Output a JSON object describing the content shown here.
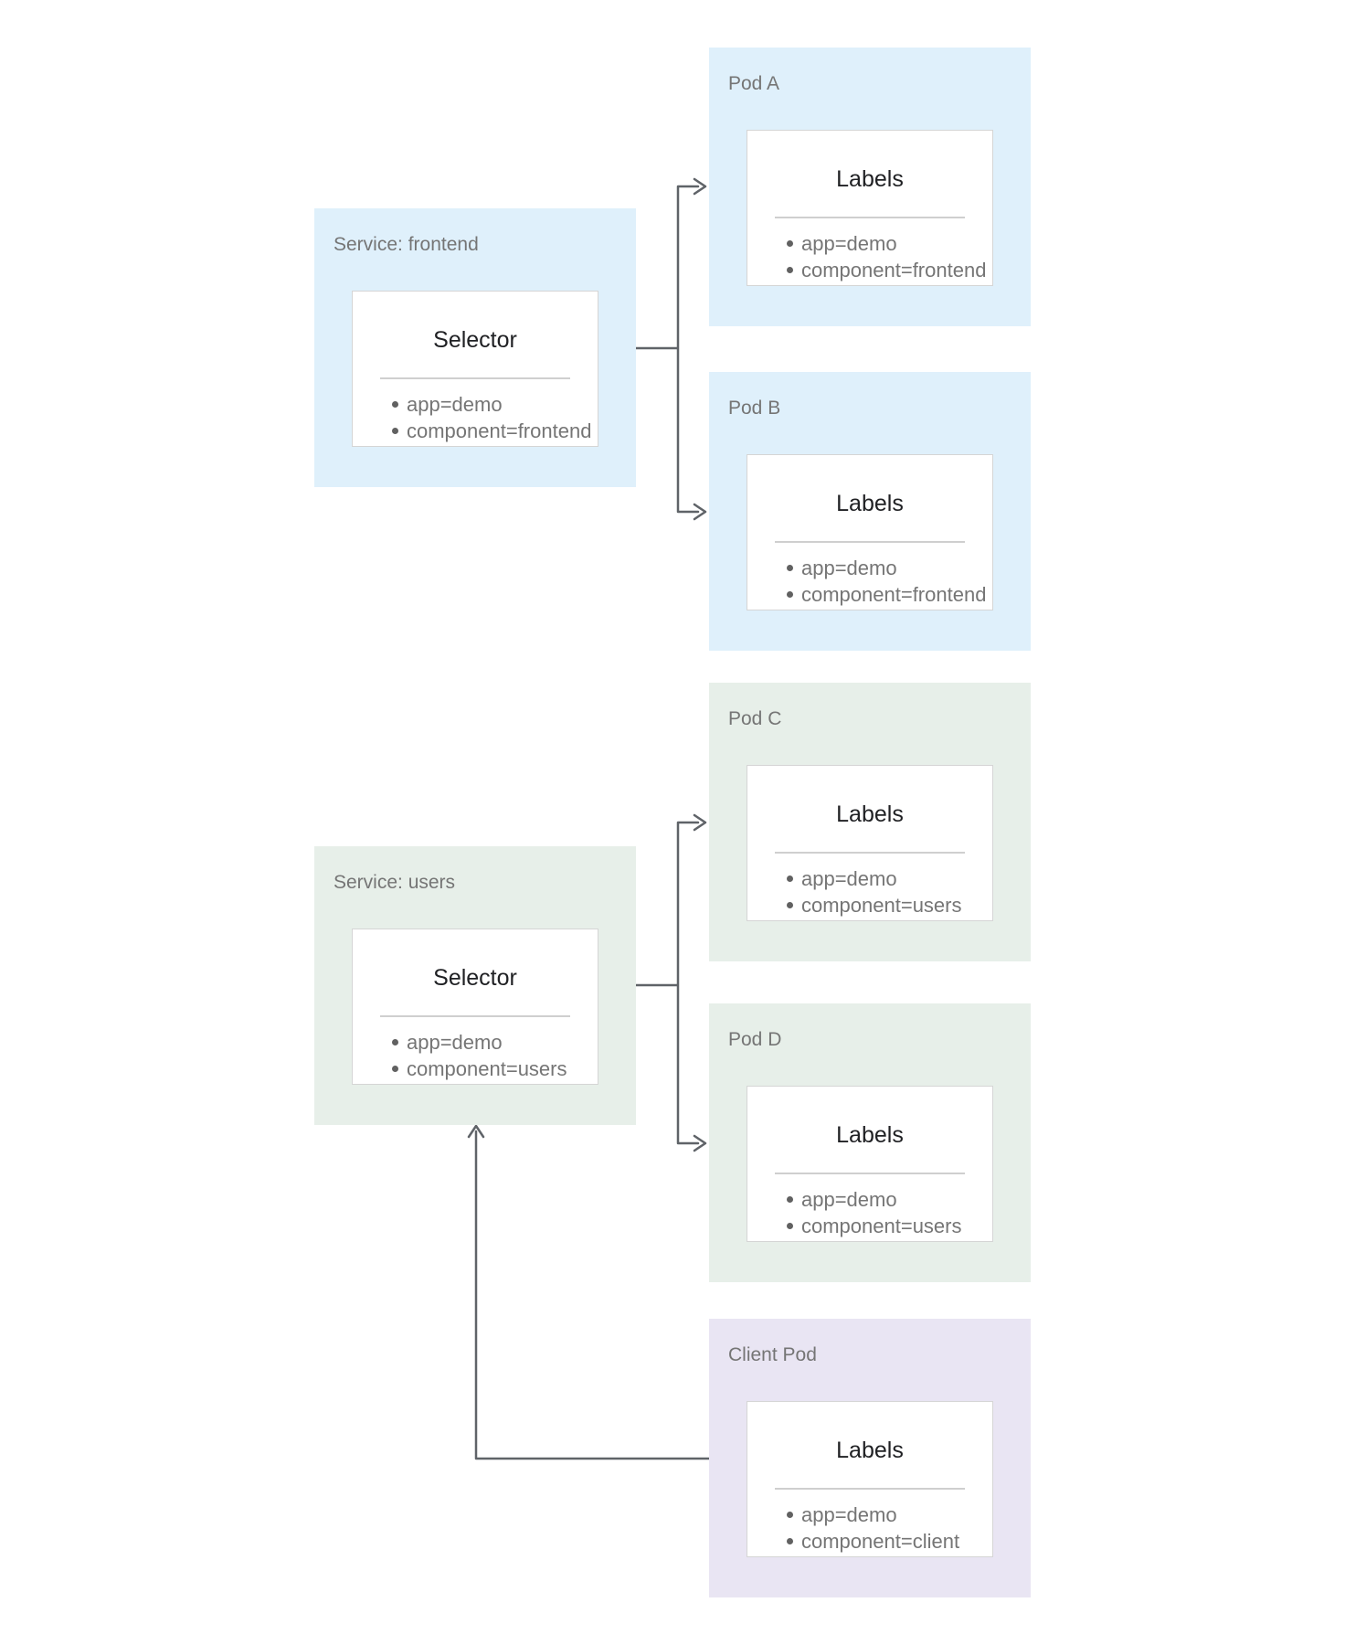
{
  "colors": {
    "background": "#ffffff",
    "service_frontend_group": "#dff0fb",
    "service_users_group": "#e7efe9",
    "client_pod_group": "#e9e5f3",
    "card_background": "#ffffff",
    "card_border": "#d5d5d5",
    "divider": "#cfcfcf",
    "group_label_text": "#757575",
    "card_title_text": "#202124",
    "list_text": "#757575",
    "arrow": "#5f6368"
  },
  "nodes": {
    "service_frontend": {
      "label": "Service: frontend",
      "card_title": "Selector",
      "items": [
        "app=demo",
        "component=frontend"
      ]
    },
    "pod_a": {
      "label": "Pod A",
      "card_title": "Labels",
      "items": [
        "app=demo",
        "component=frontend"
      ]
    },
    "pod_b": {
      "label": "Pod B",
      "card_title": "Labels",
      "items": [
        "app=demo",
        "component=frontend"
      ]
    },
    "service_users": {
      "label": "Service: users",
      "card_title": "Selector",
      "items": [
        "app=demo",
        "component=users"
      ]
    },
    "pod_c": {
      "label": "Pod C",
      "card_title": "Labels",
      "items": [
        "app=demo",
        "component=users"
      ]
    },
    "pod_d": {
      "label": "Pod D",
      "card_title": "Labels",
      "items": [
        "app=demo",
        "component=users"
      ]
    },
    "client_pod": {
      "label": "Client Pod",
      "card_title": "Labels",
      "items": [
        "app=demo",
        "component=client"
      ]
    }
  },
  "edges": [
    {
      "from": "service_frontend",
      "to": "pod_a"
    },
    {
      "from": "service_frontend",
      "to": "pod_b"
    },
    {
      "from": "service_users",
      "to": "pod_c"
    },
    {
      "from": "service_users",
      "to": "pod_d"
    },
    {
      "from": "client_pod",
      "to": "service_users"
    }
  ]
}
